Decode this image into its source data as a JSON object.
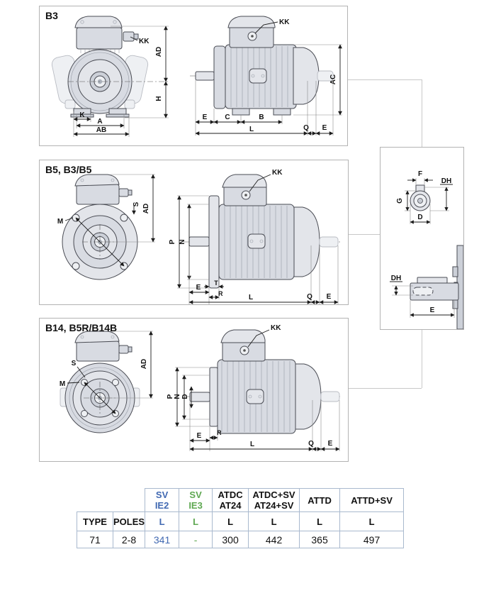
{
  "colors": {
    "blue": "#4169b2",
    "green": "#5fa852",
    "table_border": "#a9b9ce",
    "panel_border": "#b3b3b3",
    "connector": "#c8c8c8"
  },
  "panels": {
    "b3": {
      "title": "B3",
      "front": {
        "kk": "KK",
        "ad": "AD",
        "h": "H",
        "k": "K",
        "a": "A",
        "ab": "AB"
      },
      "side": {
        "kk": "KK",
        "ac": "AC",
        "e_front": "E",
        "c": "C",
        "b": "B",
        "l": "L",
        "q": "Q",
        "e_rear": "E"
      }
    },
    "b5": {
      "title": "B5, B3/B5",
      "front": {
        "m": "M",
        "s": "S",
        "ad": "AD"
      },
      "side": {
        "kk": "KK",
        "p": "P",
        "n": "N",
        "e_front": "E",
        "t": "T",
        "r": "R",
        "l": "L",
        "q": "Q",
        "e_rear": "E"
      }
    },
    "b14": {
      "title": "B14, B5R/B14B",
      "front": {
        "s": "S",
        "m": "M",
        "ad": "AD"
      },
      "side": {
        "kk": "KK",
        "p": "P",
        "n": "N",
        "d": "D",
        "e_front": "E",
        "r": "R",
        "l": "L",
        "q": "Q",
        "e_rear": "E"
      }
    }
  },
  "shaft": {
    "end": {
      "f": "F",
      "dh": "DH",
      "g": "G",
      "d": "D"
    },
    "side": {
      "dh": "DH",
      "e": "E"
    }
  },
  "table": {
    "group_headers": [
      {
        "line1": "SV",
        "line2": "IE2",
        "color": "blue"
      },
      {
        "line1": "SV",
        "line2": "IE3",
        "color": "green"
      },
      {
        "line1": "ATDC",
        "line2": "AT24",
        "color": "black"
      },
      {
        "line1": "ATDC+SV",
        "line2": "AT24+SV",
        "color": "black"
      },
      {
        "line1": "ATTD",
        "line2": "",
        "color": "black"
      },
      {
        "line1": "ATTD+SV",
        "line2": "",
        "color": "black"
      }
    ],
    "sub_headers": {
      "type": "TYPE",
      "poles": "POLES",
      "l": [
        "L",
        "L",
        "L",
        "L",
        "L",
        "L"
      ]
    },
    "data_row": {
      "type": "71",
      "poles": "2-8",
      "values": [
        "341",
        "-",
        "300",
        "442",
        "365",
        "497"
      ]
    }
  }
}
